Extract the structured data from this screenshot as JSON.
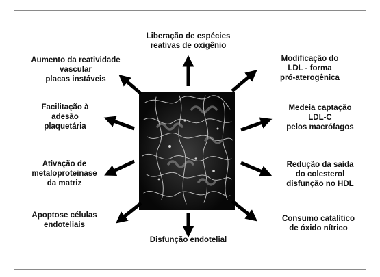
{
  "diagram": {
    "nodes": [
      {
        "id": "n_top",
        "text": "Liberação de espécies\nreativas de oxigênio"
      },
      {
        "id": "n_tr",
        "text": "Modificação do\nLDL - forma\npró-aterogênica"
      },
      {
        "id": "n_r1",
        "text": "Medeia captação\nLDL-C\npelos macrófagos"
      },
      {
        "id": "n_r2",
        "text": "Redução da saída\ndo colesterol\ndisfunção no HDL"
      },
      {
        "id": "n_br",
        "text": "Consumo catalítico\nde óxido nítrico"
      },
      {
        "id": "n_bottom",
        "text": "Disfunção endotelial"
      },
      {
        "id": "n_bl",
        "text": "Apoptose células\nendoteliais"
      },
      {
        "id": "n_l2",
        "text": "Ativação de\nmetaloproteinase\nda matriz"
      },
      {
        "id": "n_l1",
        "text": "Facilitação à\nadesão\nplaquetária"
      },
      {
        "id": "n_tl",
        "text": "Aumento da reatividade\nvascular\nplacas instáveis"
      }
    ],
    "colors": {
      "center_background": "#0b0b0b",
      "arrow": "#000000",
      "text": "#111111",
      "frame": "#8a8a8a"
    }
  }
}
